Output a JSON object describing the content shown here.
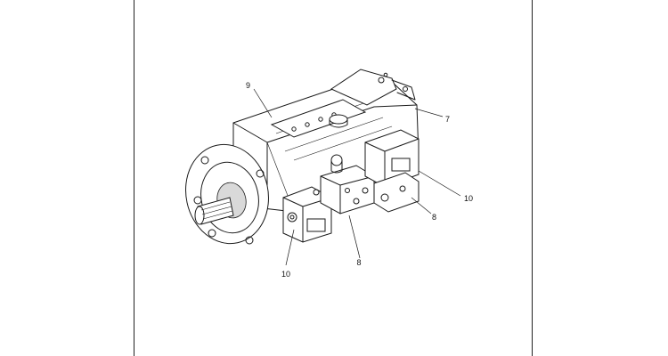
{
  "callouts": [
    {
      "id": "c9",
      "label": "9"
    },
    {
      "id": "c7",
      "label": "7"
    },
    {
      "id": "c10a",
      "label": "10"
    },
    {
      "id": "c8a",
      "label": "8"
    },
    {
      "id": "c8b",
      "label": "8"
    },
    {
      "id": "c10b",
      "label": "10"
    }
  ]
}
